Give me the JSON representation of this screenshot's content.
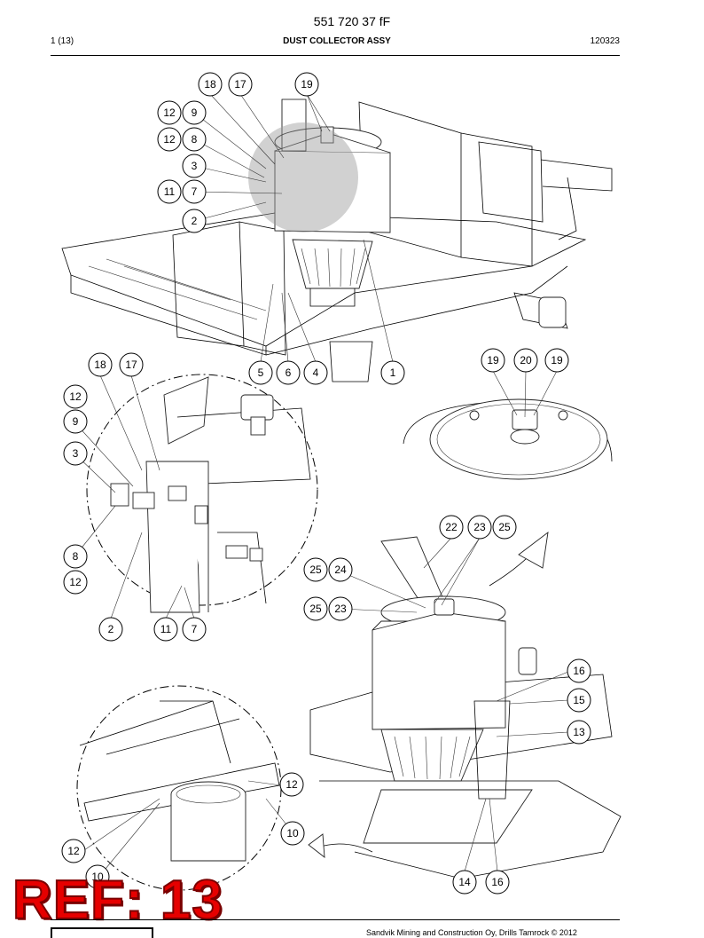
{
  "header": {
    "doc_number": "551 720 37 fF",
    "page": "1 (13)",
    "title": "DUST COLLECTOR ASSY",
    "date": "120323"
  },
  "stamp": "REF: 13",
  "footer": {
    "copyright": "Sandvik Mining and Construction Oy, Drills Tamrock © 2012"
  },
  "colors": {
    "highlight": "#9a9a9a",
    "stamp": "#e60000"
  },
  "callouts": [
    {
      "id": "c18a",
      "label": "18"
    },
    {
      "id": "c17a",
      "label": "17"
    },
    {
      "id": "c19a",
      "label": "19"
    },
    {
      "id": "c12a",
      "label": "12"
    },
    {
      "id": "c9a",
      "label": "9"
    },
    {
      "id": "c12b",
      "label": "12"
    },
    {
      "id": "c8a",
      "label": "8"
    },
    {
      "id": "c3a",
      "label": "3"
    },
    {
      "id": "c11a",
      "label": "11"
    },
    {
      "id": "c7a",
      "label": "7"
    },
    {
      "id": "c2a",
      "label": "2"
    },
    {
      "id": "c5a",
      "label": "5"
    },
    {
      "id": "c6a",
      "label": "6"
    },
    {
      "id": "c4a",
      "label": "4"
    },
    {
      "id": "c1a",
      "label": "1"
    },
    {
      "id": "c18b",
      "label": "18"
    },
    {
      "id": "c17b",
      "label": "17"
    },
    {
      "id": "c12c",
      "label": "12"
    },
    {
      "id": "c9b",
      "label": "9"
    },
    {
      "id": "c3b",
      "label": "3"
    },
    {
      "id": "c8b",
      "label": "8"
    },
    {
      "id": "c12d",
      "label": "12"
    },
    {
      "id": "c2b",
      "label": "2"
    },
    {
      "id": "c11b",
      "label": "11"
    },
    {
      "id": "c7b",
      "label": "7"
    },
    {
      "id": "c19b",
      "label": "19"
    },
    {
      "id": "c20",
      "label": "20"
    },
    {
      "id": "c19c",
      "label": "19"
    },
    {
      "id": "c22",
      "label": "22"
    },
    {
      "id": "c23a",
      "label": "23"
    },
    {
      "id": "c25a",
      "label": "25"
    },
    {
      "id": "c25b",
      "label": "25"
    },
    {
      "id": "c24",
      "label": "24"
    },
    {
      "id": "c25c",
      "label": "25"
    },
    {
      "id": "c23b",
      "label": "23"
    },
    {
      "id": "c16a",
      "label": "16"
    },
    {
      "id": "c15",
      "label": "15"
    },
    {
      "id": "c13",
      "label": "13"
    },
    {
      "id": "c12e",
      "label": "12"
    },
    {
      "id": "c10a",
      "label": "10"
    },
    {
      "id": "c12f",
      "label": "12"
    },
    {
      "id": "c10b",
      "label": "10"
    },
    {
      "id": "c14",
      "label": "14"
    },
    {
      "id": "c16b",
      "label": "16"
    }
  ]
}
